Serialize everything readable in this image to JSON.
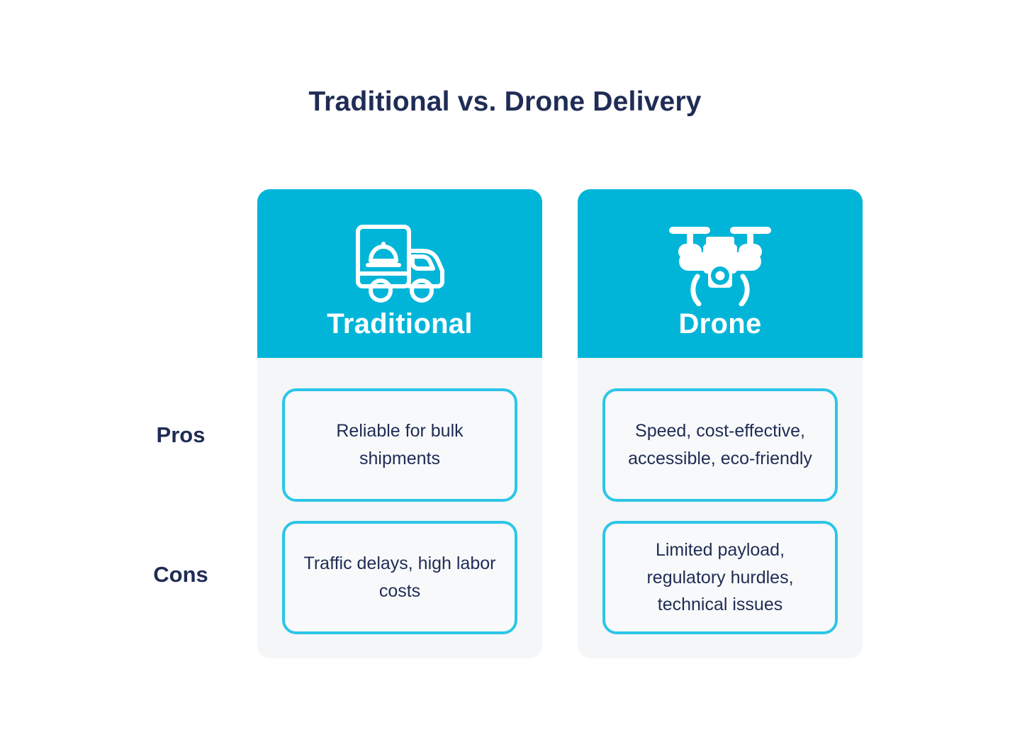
{
  "title": "Traditional vs. Drone Delivery",
  "row_labels": {
    "pros": "Pros",
    "cons": "Cons"
  },
  "columns": [
    {
      "label": "Traditional",
      "icon": "delivery-truck-icon",
      "pros": "Reliable for bulk shipments",
      "cons": "Traffic delays, high labor costs"
    },
    {
      "label": "Drone",
      "icon": "drone-icon",
      "pros": "Speed, cost-effective, accessible, eco-friendly",
      "cons": "Limited payload, regulatory hurdles, technical issues"
    }
  ],
  "colors": {
    "header_accent": "#00b5d8",
    "box_border": "#2cc6e8",
    "text_navy": "#1f2c55",
    "card_body": "#f5f6f7",
    "icon_white": "#ffffff"
  }
}
